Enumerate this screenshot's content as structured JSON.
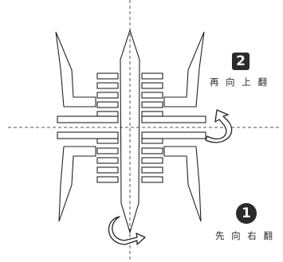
{
  "steps": [
    {
      "number": "2",
      "text": "再 向 上 翻",
      "badge_shape": "square"
    },
    {
      "number": "1",
      "text": "先 向 右 翻",
      "badge_shape": "circle"
    }
  ],
  "colors": {
    "ink": "#222222",
    "badge_fill": "#2b2b2b",
    "fold_line": "#555555",
    "background": "#ffffff"
  },
  "icons": [
    "fold-right-arrow-icon",
    "fold-up-arrow-icon"
  ]
}
